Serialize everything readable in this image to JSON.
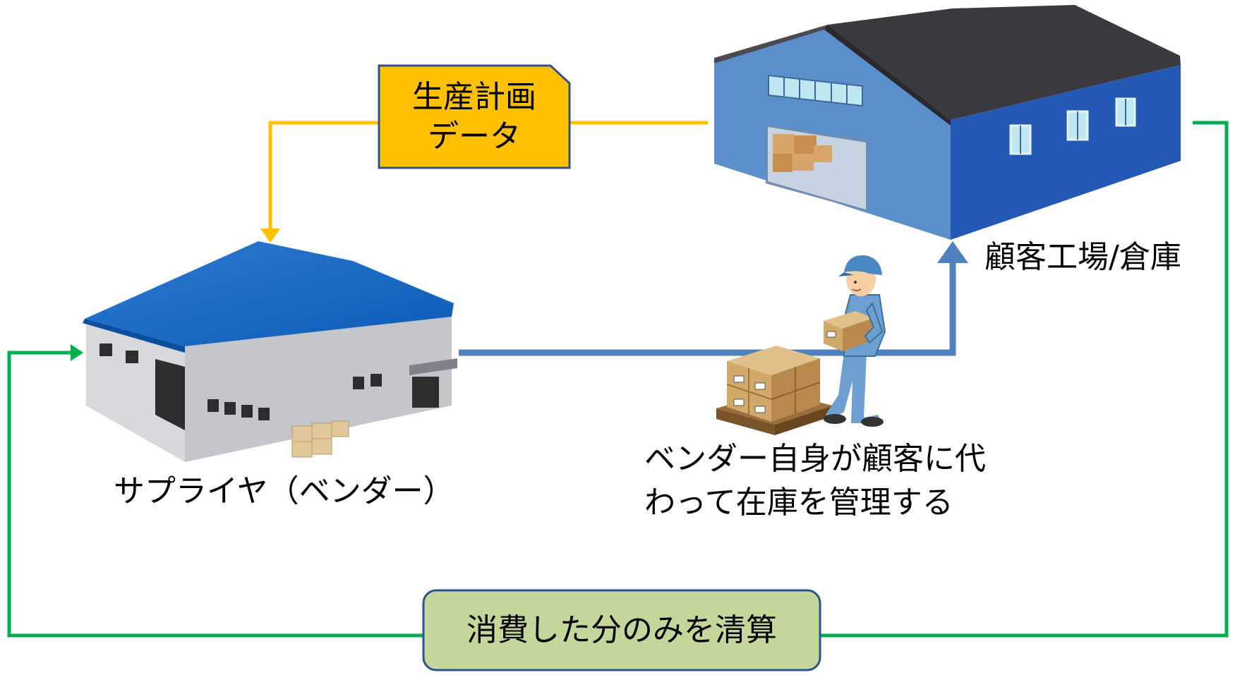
{
  "plan_box": {
    "line1": "生産計画",
    "line2": "データ"
  },
  "customer_label": "顧客工場/倉庫",
  "supplier_label": "サプライヤ（ベンダー）",
  "vendor_caption": {
    "line1": "ベンダー自身が顧客に代",
    "line2": "わって在庫を管理する"
  },
  "settlement_box": {
    "label": "消費した分のみを清算"
  },
  "colors": {
    "data_flow": "#FFC000",
    "delivery_flow": "#4F81BD",
    "settlement_flow": "#00B050",
    "plan_box_fill": "#FFC000",
    "plan_box_border": "#2F528F",
    "settlement_box_fill": "#C4D79B",
    "settlement_box_border": "#2F528F"
  }
}
